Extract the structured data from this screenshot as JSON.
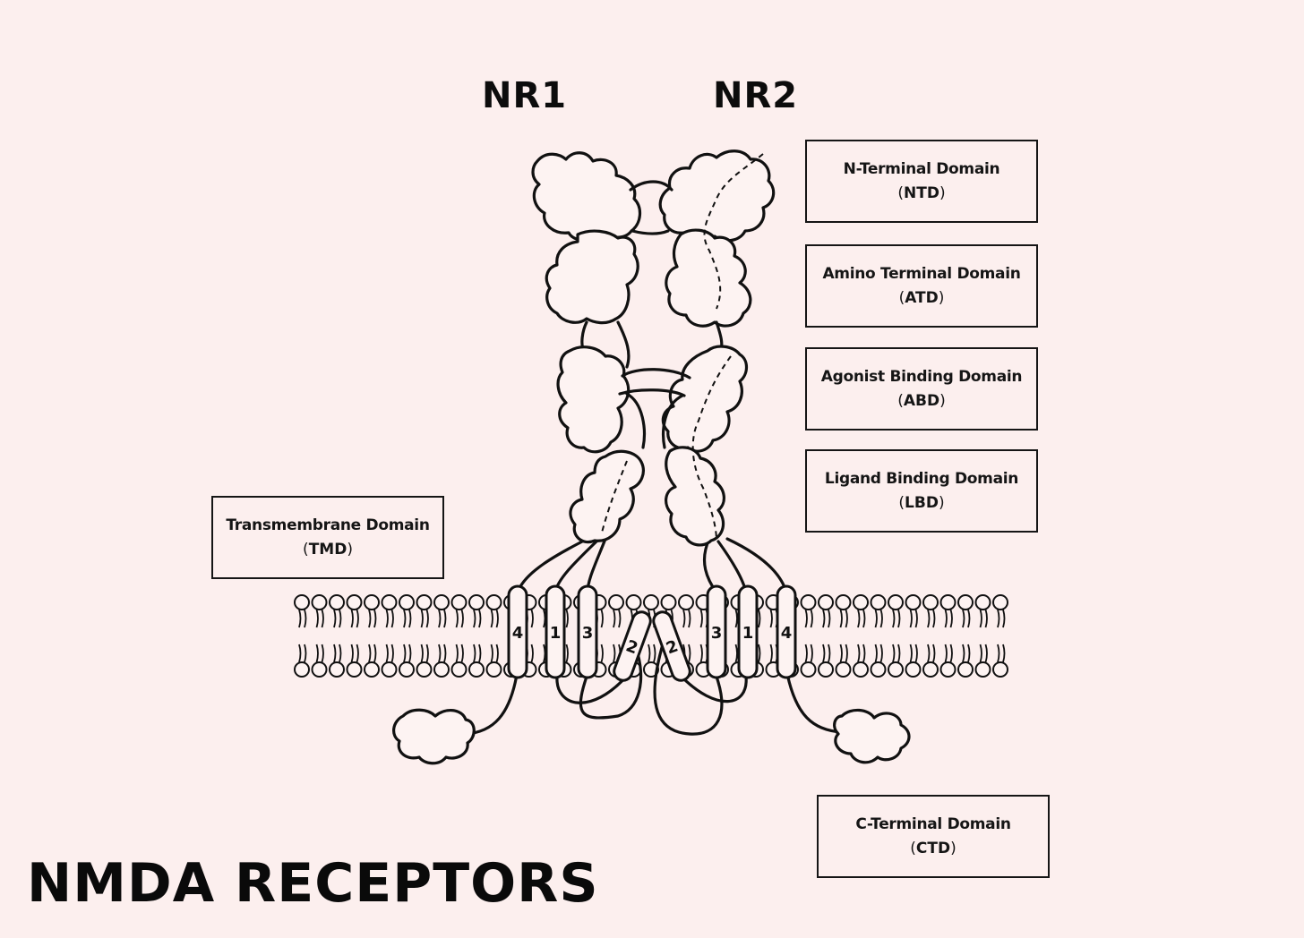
{
  "title": "NMDA RECEPTORS",
  "subunits": {
    "left": "NR1",
    "right": "NR2"
  },
  "domains": {
    "ntd": {
      "name": "N-Terminal Domain",
      "abbr": "NTD"
    },
    "atd": {
      "name": "Amino Terminal Domain",
      "abbr": "ATD"
    },
    "abd": {
      "name": "Agonist Binding Domain",
      "abbr": "ABD"
    },
    "lbd": {
      "name": "Ligand Binding Domain",
      "abbr": "LBD"
    },
    "tmd": {
      "name": "Transmembrane Domain",
      "abbr": "TMD"
    },
    "ctd": {
      "name": "C-Terminal Domain",
      "abbr": "CTD"
    }
  },
  "helices": {
    "left": [
      "4",
      "1",
      "3",
      "2"
    ],
    "right": [
      "2",
      "3",
      "1",
      "4"
    ]
  },
  "colors": {
    "background": "#fcefee",
    "ink": "#111111",
    "fill": "#fdf3f2"
  }
}
